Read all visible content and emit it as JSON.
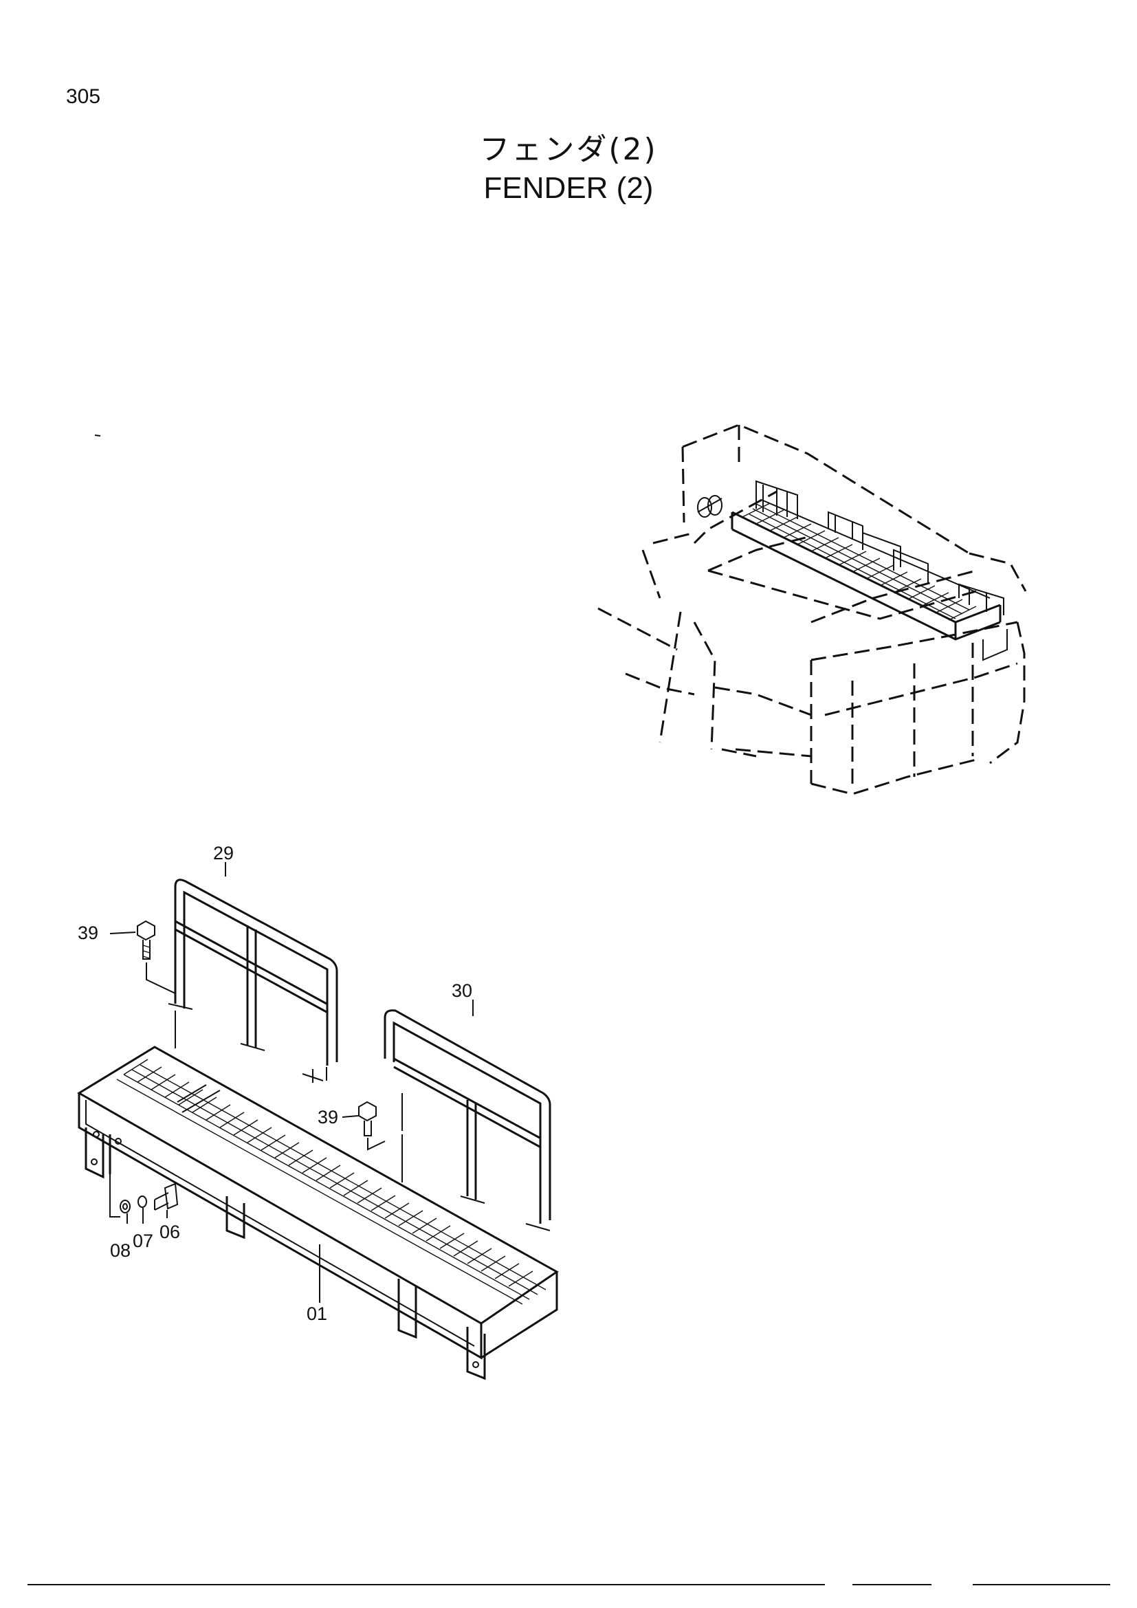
{
  "page": {
    "number": "305"
  },
  "title": {
    "japanese": "フェンダ(2)",
    "english": "FENDER (2)"
  },
  "callouts": [
    {
      "id": "29"
    },
    {
      "id": "39"
    },
    {
      "id": "30"
    },
    {
      "id": "39"
    },
    {
      "id": "08"
    },
    {
      "id": "07"
    },
    {
      "id": "06"
    },
    {
      "id": "01"
    }
  ],
  "icons": [
    "overview-excavator-drawing",
    "fender-exploded-drawing",
    "bolt-icon",
    "washer-icon"
  ]
}
